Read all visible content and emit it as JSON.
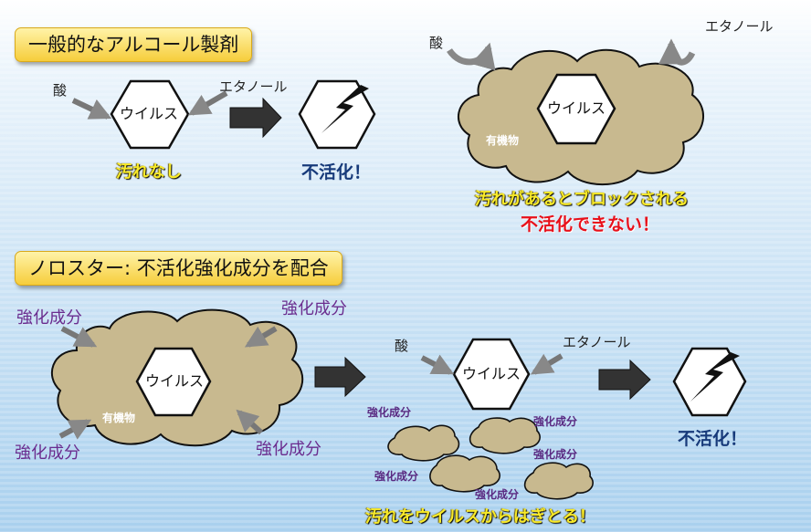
{
  "sections": {
    "general_title": "一般的なアルコール製剤",
    "norosta_title": "ノロスター: 不活化強化成分を配合"
  },
  "labels": {
    "acid": "酸",
    "ethanol": "エタノール",
    "virus": "ウイルス",
    "organic": "有機物",
    "enhancer": "強化成分",
    "no_dirt": "汚れなし",
    "inactivated": "不活化！",
    "blocked_line1": "汚れがあるとブロックされる",
    "blocked_line2": "不活化できない！",
    "strip_dirt": "汚れをウイルスからはぎとる！"
  },
  "colors": {
    "cloud": "#c8b98f",
    "title_bg": "#f6cd3b",
    "highlight_yellow": "#f8ea2a",
    "accent_red": "#e8101a",
    "navy_text": "#173a7a",
    "purple_text": "#6b2d8f"
  }
}
